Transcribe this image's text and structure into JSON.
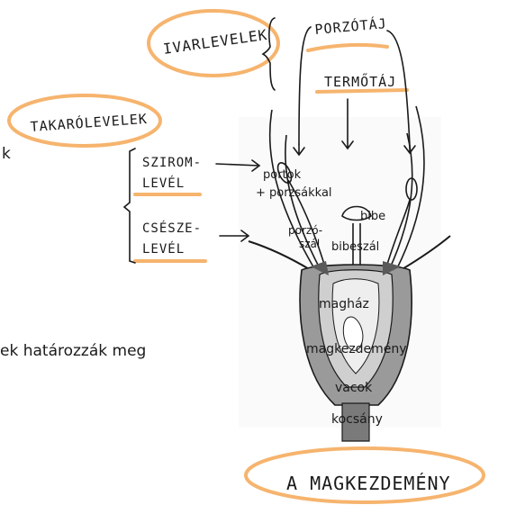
{
  "labels": {
    "porzotaj": "PORZÓTÁJ",
    "termotaj": "TERMŐTÁJ",
    "ivarlevelek": "IVARLEVELEK",
    "takarolevelek": "TAKARÓLEVELEK",
    "szirom_1": "SZIROM-",
    "szirom_2": "LEVÉL",
    "csesze_1": "CSÉSZE-",
    "csesze_2": "LEVÉL",
    "portok_1": "portok",
    "portok_2": "+ porzsákkal",
    "porzoszal_1": "porzó-",
    "porzoszal_2": "szál",
    "bibe": "bibe",
    "bibeszal": "bibeszál",
    "maghaz": "magház",
    "magkezdemeny": "magkezdemény",
    "vacok": "vacok",
    "kocsany": "kocsány",
    "left_fragment_top": "k",
    "left_fragment_bottom": "ek határozzák meg",
    "bottom_title": "A MAGKEZDEMÉNY"
  },
  "colors": {
    "highlight": "#f6b46e",
    "ink": "#1a1a1a",
    "drawing_fill": "#bdbdbd",
    "drawing_dark": "#5a5a5a"
  }
}
